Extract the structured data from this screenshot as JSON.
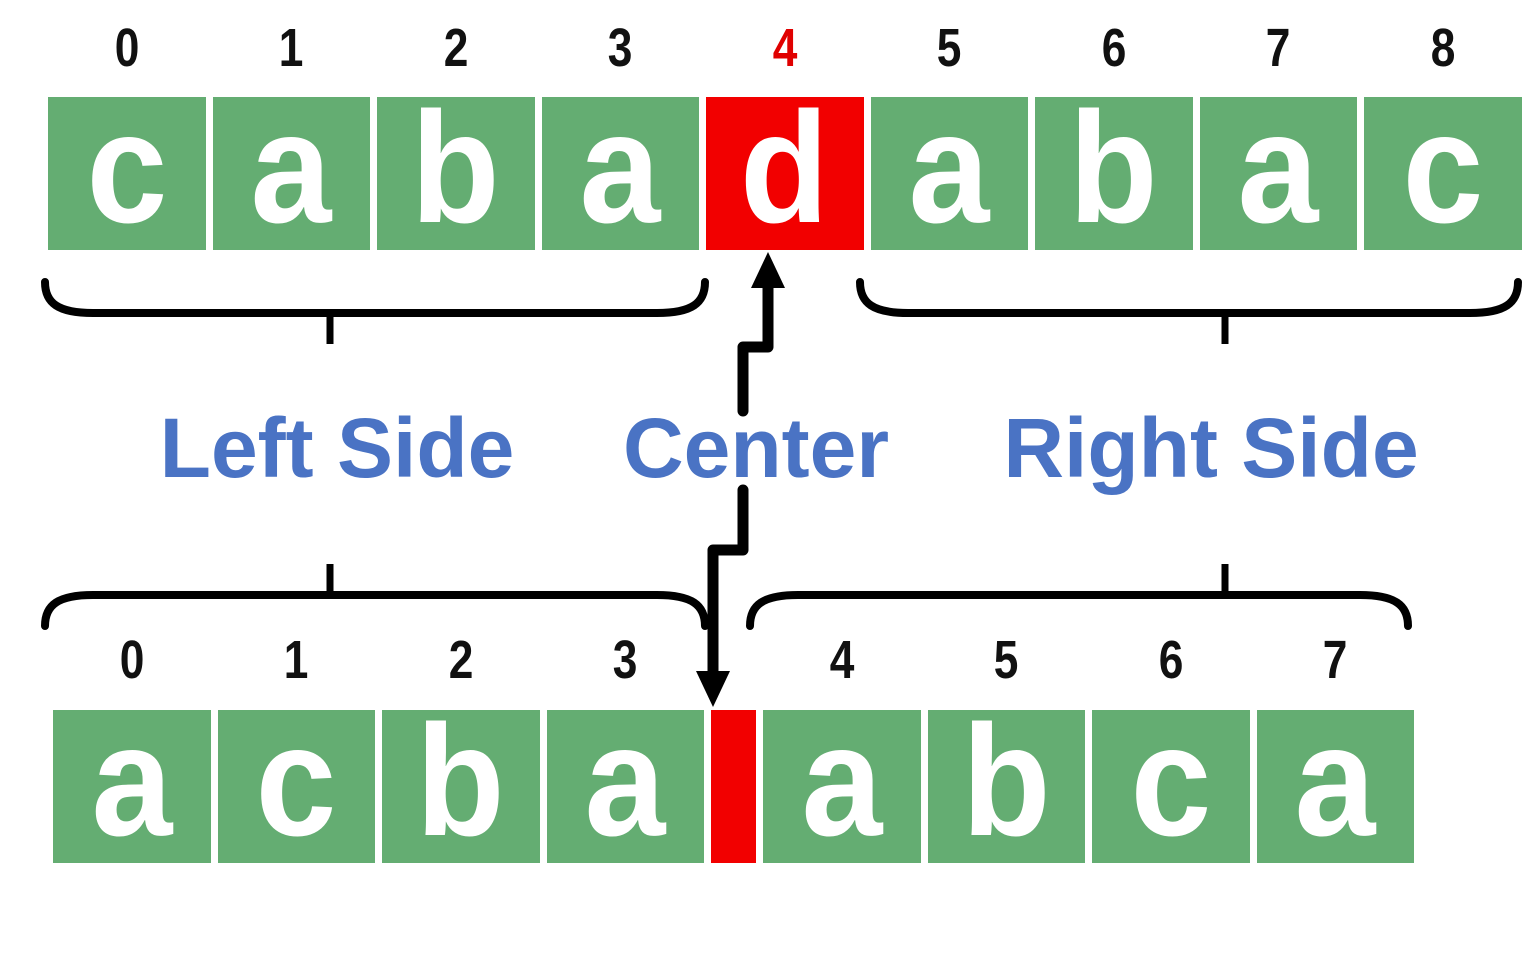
{
  "top_row": {
    "indices": [
      "0",
      "1",
      "2",
      "3",
      "4",
      "5",
      "6",
      "7",
      "8"
    ],
    "letters": [
      "c",
      "a",
      "b",
      "a",
      "d",
      "a",
      "b",
      "a",
      "c"
    ],
    "highlighted_index": "4",
    "highlighted_letter": "d"
  },
  "bottom_row": {
    "indices": [
      "0",
      "1",
      "2",
      "3",
      "4",
      "5",
      "6",
      "7"
    ],
    "letters": [
      "a",
      "c",
      "b",
      "a",
      "a",
      "b",
      "c",
      "a"
    ]
  },
  "labels": {
    "left": "Left Side",
    "center": "Center",
    "right": "Right Side"
  },
  "colors": {
    "cell_green": "#64ad72",
    "highlight_red": "#f20000",
    "label_blue": "#4a73c4",
    "index_black": "#111111",
    "index_highlight_red": "#e00000",
    "letter_white": "#ffffff",
    "line_black": "#000000"
  }
}
